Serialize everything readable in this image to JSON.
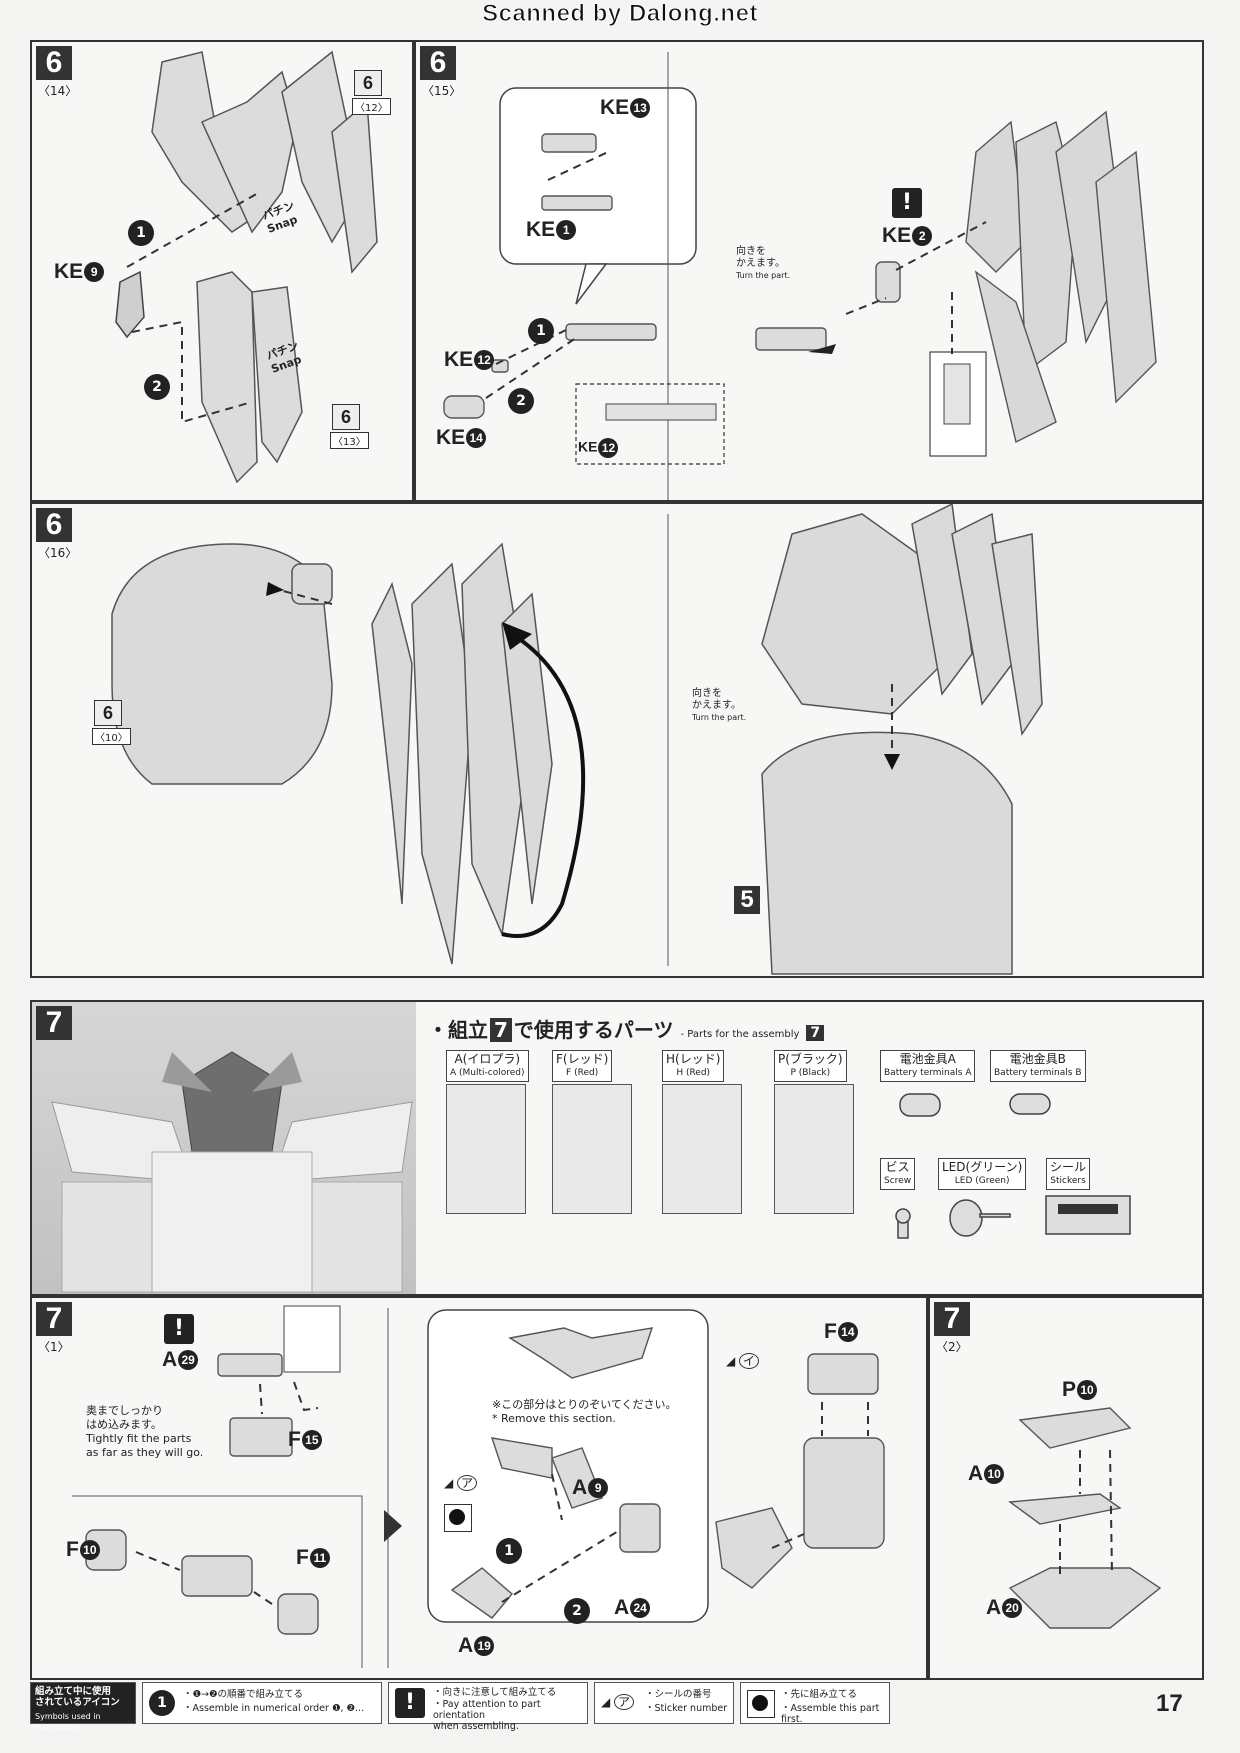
{
  "watermark": "Scanned by Dalong.net",
  "panels": {
    "p614": {
      "step": "6",
      "sub": "〈14〉",
      "ref_top": "6",
      "ref_top_sub": "〈12〉",
      "ref_bottom": "6",
      "ref_bottom_sub": "〈13〉",
      "snap_jp": "パチン",
      "snap_en": "Snap",
      "part_main": "KE",
      "part_main_num": "9",
      "order1": "1",
      "order2": "2"
    },
    "p615": {
      "step": "6",
      "sub": "〈15〉",
      "part_a": "KE",
      "part_a_num": "13",
      "part_b": "KE",
      "part_b_num": "1",
      "part_c": "KE",
      "part_c_num": "12",
      "part_d": "KE",
      "part_d_num": "14",
      "part_e": "KE",
      "part_e_num": "12",
      "part_f": "KE",
      "part_f_num": "2",
      "turn_jp": "向きを\nかえます。",
      "turn_en": "Turn the part.",
      "warn": "!",
      "order1": "1",
      "order2": "2"
    },
    "p616": {
      "step": "6",
      "sub": "〈16〉",
      "ref": "6",
      "ref_sub": "〈10〉",
      "turn_jp": "向きを\nかえます。",
      "turn_en": "Turn the part.",
      "ref5": "5"
    },
    "p7header": {
      "step": "7",
      "title_jp_pre": "・組立",
      "title_num": "7",
      "title_jp_post": "で使用するパーツ",
      "title_en": "- Parts for the assembly",
      "runners": [
        {
          "jp": "A(イロプラ)",
          "en": "A (Multi-colored)"
        },
        {
          "jp": "F(レッド)",
          "en": "F (Red)"
        },
        {
          "jp": "H(レッド)",
          "en": "H (Red)"
        },
        {
          "jp": "P(ブラック)",
          "en": "P (Black)"
        }
      ],
      "extras": [
        {
          "jp": "電池金具A",
          "en": "Battery terminals A"
        },
        {
          "jp": "電池金具B",
          "en": "Battery terminals B"
        },
        {
          "jp": "ビス",
          "en": "Screw"
        },
        {
          "jp": "LED(グリーン)",
          "en": "LED (Green)"
        },
        {
          "jp": "シール",
          "en": "Stickers"
        }
      ]
    },
    "p71": {
      "step": "7",
      "sub": "〈1〉",
      "warn": "!",
      "part_a": "A",
      "part_a_num": "29",
      "part_b": "F",
      "part_b_num": "15",
      "part_c": "F",
      "part_c_num": "10",
      "part_d": "F",
      "part_d_num": "11",
      "tight_jp": "奥までしっかり\nはめ込みます。",
      "tight_en": "Tightly fit the parts\nas far as they will go."
    },
    "p71b": {
      "remove_jp": "※この部分はとりのぞいてください。",
      "remove_en": "* Remove this section.",
      "sticker1": "ア",
      "sticker2": "イ",
      "part_a": "A",
      "part_a_num": "9",
      "part_b": "A",
      "part_b_num": "24",
      "part_c": "A",
      "part_c_num": "19",
      "part_d": "F",
      "part_d_num": "14",
      "order1": "1",
      "order2": "2"
    },
    "p72": {
      "step": "7",
      "sub": "〈2〉",
      "part_a": "P",
      "part_a_num": "10",
      "part_b": "A",
      "part_b_num": "10",
      "part_c": "A",
      "part_c_num": "20"
    }
  },
  "legend": {
    "title_jp": "組み立て中に使用\nされているアイコン",
    "title_en": "Symbols used in instructions",
    "item1_jp": "・❶→❷の順番で組み立てる",
    "item1_en": "・Assemble in numerical order ❶, ❷...",
    "item2_jp": "・向きに注意して組み立てる",
    "item2_en": "・Pay attention to part orientation\n  when assembling.",
    "item3_jp": "・シールの番号",
    "item3_en": "・Sticker number",
    "item4_jp": "・先に組み立てる",
    "item4_en": "・Assemble this part first.",
    "sticker_glyph": "ア"
  },
  "page_number": "17"
}
